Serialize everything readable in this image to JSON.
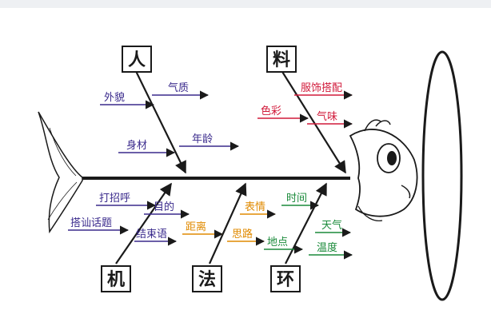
{
  "colors": {
    "line": "#1a1a1a",
    "purple": "#3a2a8c",
    "red": "#d11a3a",
    "green": "#1a8a3a",
    "orange": "#e08a00",
    "lime": "#7fb32a"
  },
  "categories": {
    "ren": "人",
    "liao": "料",
    "ji": "机",
    "fa": "法",
    "huan": "环"
  },
  "causes": {
    "waimao": "外貌",
    "qizhi": "气质",
    "shencai": "身材",
    "nianling": "年龄",
    "fushi": "服饰搭配",
    "secai": "色彩",
    "qiwei": "气味",
    "dazhaohu": "打招呼",
    "mude": "目的",
    "dashan": "搭讪话题",
    "jieshuyu": "结束语",
    "biaoqing": "表情",
    "juli": "距离",
    "silu": "思路",
    "shijian": "时间",
    "tianqi": "天气",
    "didian": "地点",
    "wendu": "温度"
  }
}
